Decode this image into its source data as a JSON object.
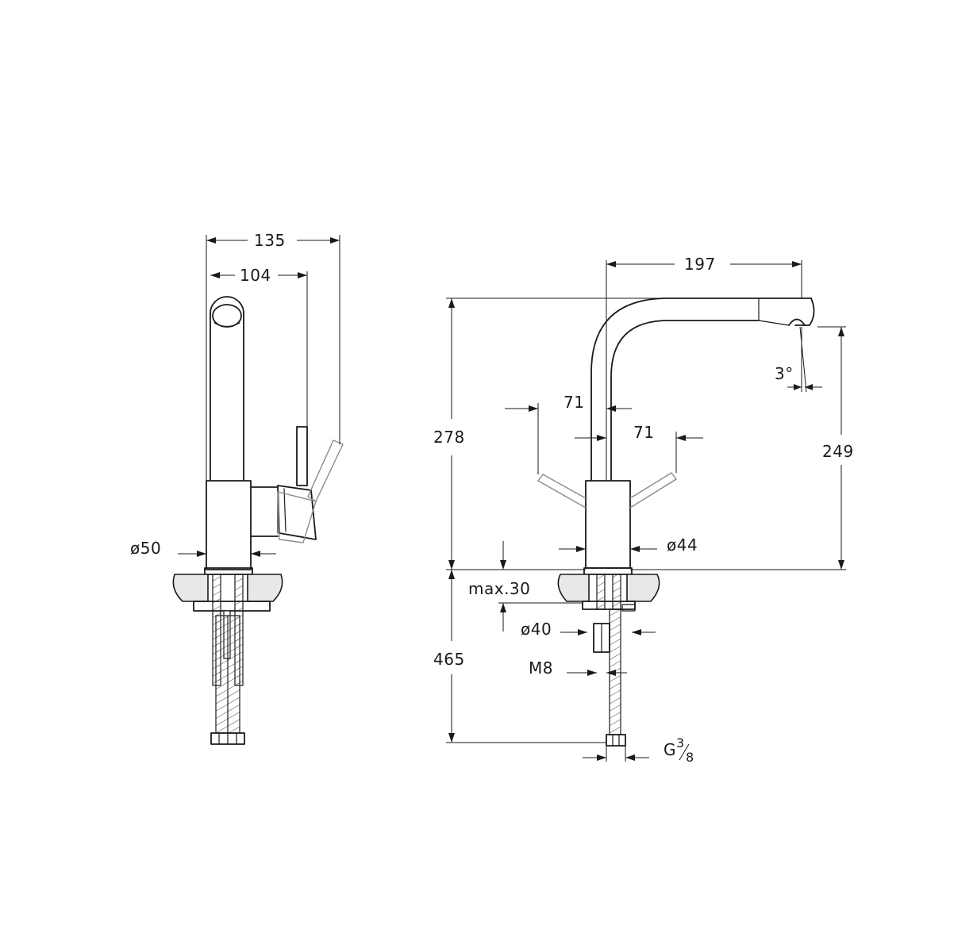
{
  "colors": {
    "line": "#1a1a1a",
    "ghost": "#8a8a8a",
    "background": "#ffffff"
  },
  "side_view": {
    "dim_135": "135",
    "dim_104": "104",
    "dim_diameter_50": "ø50"
  },
  "front_view": {
    "dim_197": "197",
    "dim_278": "278",
    "dim_249": "249",
    "dim_71_left": "71",
    "dim_71_right": "71",
    "dim_angle": "3°",
    "dim_diameter_44": "ø44",
    "dim_max_30": "max.30",
    "dim_diameter_40": "ø40",
    "dim_465": "465",
    "dim_m8": "M8",
    "dim_thread_g": "G",
    "dim_thread_num": "3",
    "dim_thread_den": "8"
  }
}
